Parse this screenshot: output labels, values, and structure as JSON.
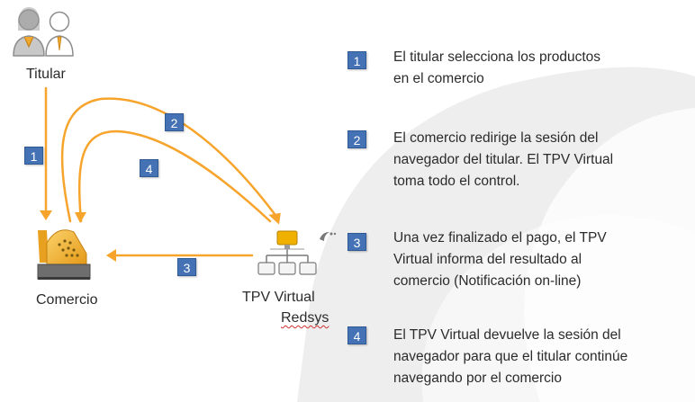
{
  "colors": {
    "arrow": "#f7a42c",
    "badge": "#4472b4",
    "icon_gray": "#b8b8b8",
    "icon_orange": "#f0a830"
  },
  "actors": {
    "titular": {
      "label": "Titular",
      "icon": "users-icon"
    },
    "comercio": {
      "label": "Comercio",
      "icon": "cash-register-icon"
    },
    "tpv": {
      "label_line1": "TPV Virtual",
      "label_line2": "Redsys",
      "icon": "network-server-icon"
    }
  },
  "arrow_badges": [
    "1",
    "2",
    "3",
    "4"
  ],
  "steps": [
    {
      "number": "1",
      "lines": [
        "El titular selecciona los productos",
        "en el comercio"
      ]
    },
    {
      "number": "2",
      "lines": [
        "El comercio redirige la sesión del",
        "navegador del titular. El TPV Virtual",
        "toma todo el control."
      ]
    },
    {
      "number": "3",
      "lines": [
        "Una vez finalizado el pago, el TPV",
        "Virtual informa del resultado al",
        "comercio (Notificación on-line)"
      ]
    },
    {
      "number": "4",
      "lines": [
        "El TPV Virtual devuelve la sesión del",
        "navegador para que el titular continúe",
        "navegando por el comercio"
      ]
    }
  ]
}
